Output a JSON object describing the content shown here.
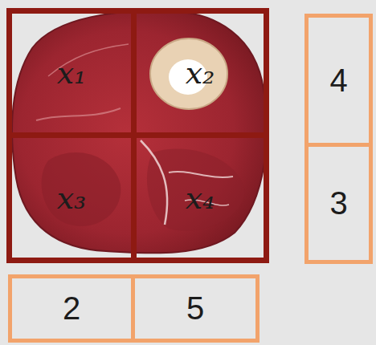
{
  "diagram": {
    "nodes": [
      {
        "text": [
          "x₁"
        ]
      },
      {
        "text": [
          "x₂"
        ]
      },
      {
        "text": [
          "x₃"
        ]
      },
      {
        "text": [
          "x₄"
        ]
      },
      {
        "text": [
          "4"
        ]
      },
      {
        "text": [
          "3"
        ]
      },
      {
        "text": [
          "2"
        ]
      },
      {
        "text": [
          "5"
        ]
      }
    ]
  }
}
